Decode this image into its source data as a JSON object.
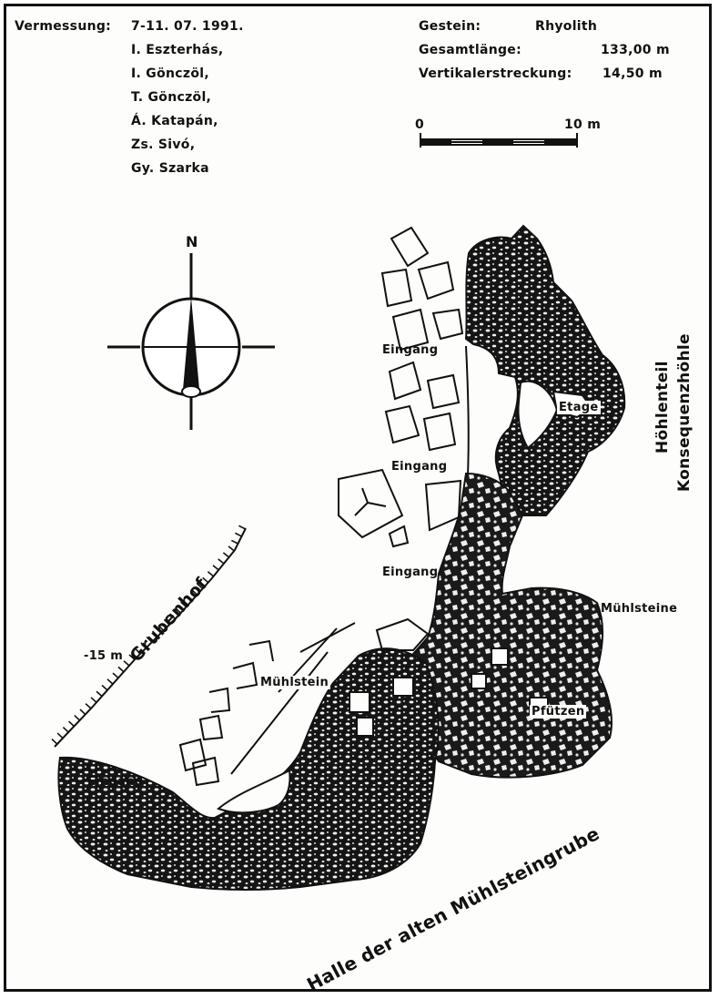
{
  "survey": {
    "label": "Vermessung:",
    "date": "7-11. 07. 1991.",
    "surveyors": [
      "I. Eszterhás,",
      "I. Gönczöl,",
      "T. Gönczöl,",
      "Á. Katapán,",
      "Zs. Sivó,",
      "Gy. Szarka"
    ]
  },
  "stats": {
    "rock_label": "Gestein:",
    "rock_value": "Rhyolith",
    "length_label": "Gesamtlänge:",
    "length_value": "133,00 m",
    "vertical_label": "Vertikalerstreckung:",
    "vertical_value": "14,50 m"
  },
  "scale_bar": {
    "start": "0",
    "end": "10 m"
  },
  "north": "N",
  "map_labels": {
    "eingang_1": "Eingang",
    "eingang_2": "Eingang",
    "eingang_3": "Eingang",
    "eingang_4": "Eingang",
    "etage": "Etage",
    "muhlsteine": "Mühlsteine",
    "muhlstein": "Mühlstein",
    "pfutzen": "Pfützen",
    "depth": "-15 m",
    "grubenhof": "Grubenhof",
    "halle": "Halle der alten Mühlsteingrube",
    "side_line1": "Höhlenteil",
    "side_line2": "Konsequenzhöhle"
  },
  "colors": {
    "ink": "#111111",
    "paper": "#fdfdfb"
  }
}
